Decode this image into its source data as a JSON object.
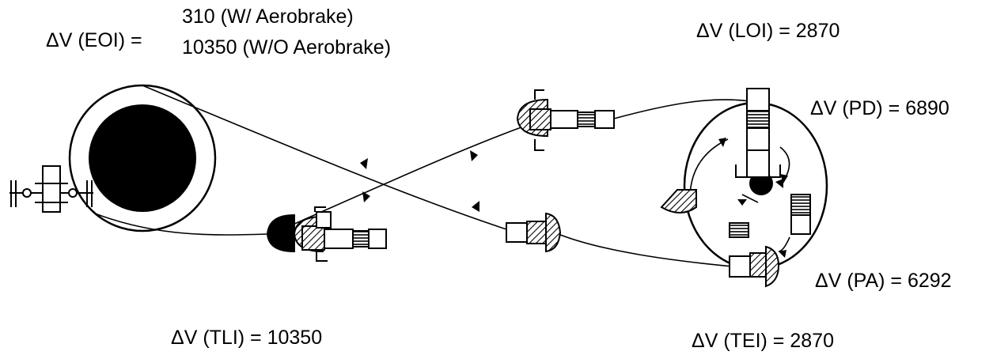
{
  "labels": {
    "eoi_prefix": "ΔV (EOI) =",
    "eoi_with": "310 (W/ Aerobrake)",
    "eoi_without": "10350 (W/O Aerobrake)",
    "loi": "ΔV (LOI) = 2870",
    "pd": "ΔV (PD) = 6890",
    "pa": "ΔV (PA) = 6292",
    "tli": "ΔV (TLI) = 10350",
    "tei": "ΔV (TEI) = 2870"
  },
  "colors": {
    "ink": "#000000",
    "paper": "#ffffff"
  },
  "icons": {
    "earth": "filled-circle",
    "moon": "filled-circle",
    "space-station": "truss-with-panels",
    "aerobrake": "hatched-dome",
    "vehicle": "stacked-modules"
  }
}
